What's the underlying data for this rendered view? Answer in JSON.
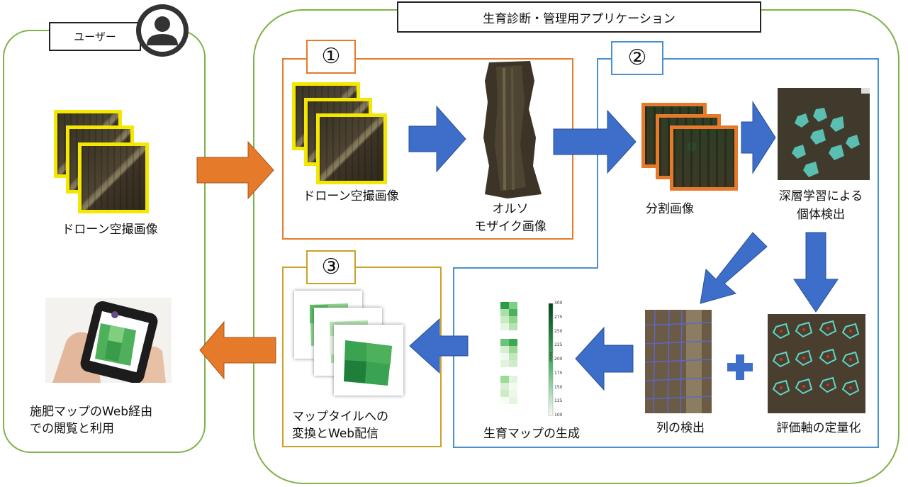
{
  "user": {
    "tag": "ユーザー",
    "drone_label": "ドローン空撮画像",
    "result_label_line1": "施肥マップのWeb経由",
    "result_label_line2": "での閲覧と利用"
  },
  "app": {
    "title": "生育診断・管理用アプリケーション"
  },
  "step1": {
    "number": "①",
    "drone_label": "ドローン空撮画像",
    "ortho_line1": "オルソ",
    "ortho_line2": "モザイク画像"
  },
  "step2": {
    "number": "②",
    "split_label": "分割画像",
    "detect_line1": "深層学習による",
    "detect_line2": "個体検出",
    "row_label": "列の検出",
    "plus": "+",
    "eval_label": "評価軸の定量化",
    "map_label": "生育マップの生成",
    "colorbar_ticks": [
      "300",
      "275",
      "250",
      "225",
      "200",
      "175",
      "150",
      "125",
      "100"
    ],
    "colorbar_axis": "kaiyo"
  },
  "step3": {
    "number": "③",
    "label_line1": "マップタイルへの",
    "label_line2": "変換とWeb配信"
  },
  "colors": {
    "user_border": "#7fb24a",
    "step1_border": "#e57a2b",
    "step2_border": "#4a90d0",
    "step3_border": "#c9a227",
    "arrow_blue": "#3d6ec9",
    "arrow_orange": "#e57a2b",
    "highlight_yellow": "#f5e800",
    "map_green": "#2e9a48"
  }
}
